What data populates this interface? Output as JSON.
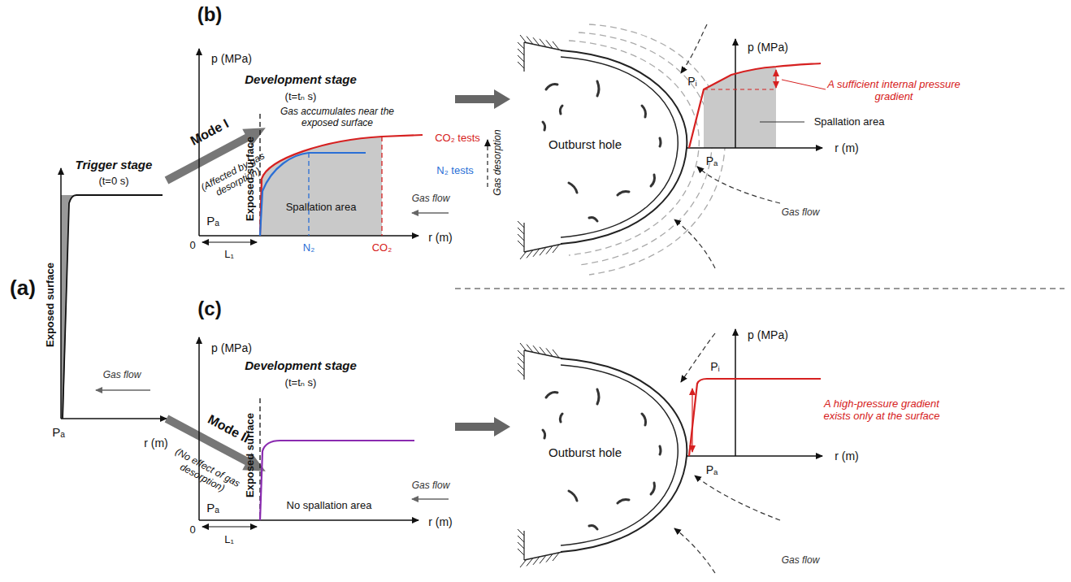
{
  "diagram": {
    "labels": [
      "(a)",
      "Trigger stage",
      "(t=0 s)",
      "Exposed surface",
      "Gas flow",
      "Pₐ",
      "r (m)",
      "Mode I",
      "(Affected by gas desorption)",
      "Mode II",
      "(No effect of gas desorption)",
      "(b)",
      "p (MPa)",
      "Development stage",
      "(t=tₙ s)",
      "Gas accumulates near the exposed surface",
      "Exposed surface",
      "CO₂ tests",
      "N₂ tests",
      "Gas desorption",
      "Spallation area",
      "Gas flow",
      "Pₐ",
      "0",
      "L₁",
      "N₂",
      "CO₂",
      "r (m)",
      "p (MPa)",
      "Pᵢ",
      "A sufficient internal pressure gradient",
      "Spallation area",
      "Outburst hole",
      "Pₐ",
      "r (m)",
      "Gas flow",
      "(c)",
      "p (MPa)",
      "Development stage",
      "(t=tₙ s)",
      "Exposed surface",
      "No spallation area",
      "Gas flow",
      "Pₐ",
      "0",
      "L₁",
      "r (m)",
      "p (MPa)",
      "Pᵢ",
      "A high-pressure gradient exists only at the surface",
      "Outburst hole",
      "Pₐ",
      "r (m)",
      "Gas flow"
    ]
  }
}
